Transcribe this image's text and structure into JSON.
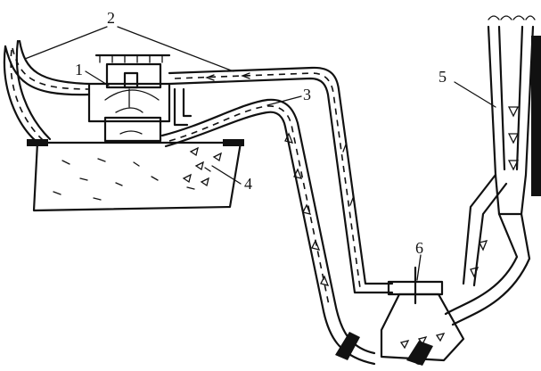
{
  "labels": {
    "l1": "1",
    "l2": "2",
    "l3": "3",
    "l4": "4",
    "l5": "5",
    "l6": "6"
  },
  "parts": {
    "engine": "1",
    "exhaust_pipe": "2",
    "intake_pipe": "3",
    "cylinder_block": "4",
    "stack": "5",
    "turbocharger": "6"
  },
  "colors": {
    "ink": "#111111",
    "background": "#ffffff"
  },
  "icons": {
    "gas_flow": "arrow-outline-icon",
    "exhaust_flow": "small-arrow-icon"
  }
}
